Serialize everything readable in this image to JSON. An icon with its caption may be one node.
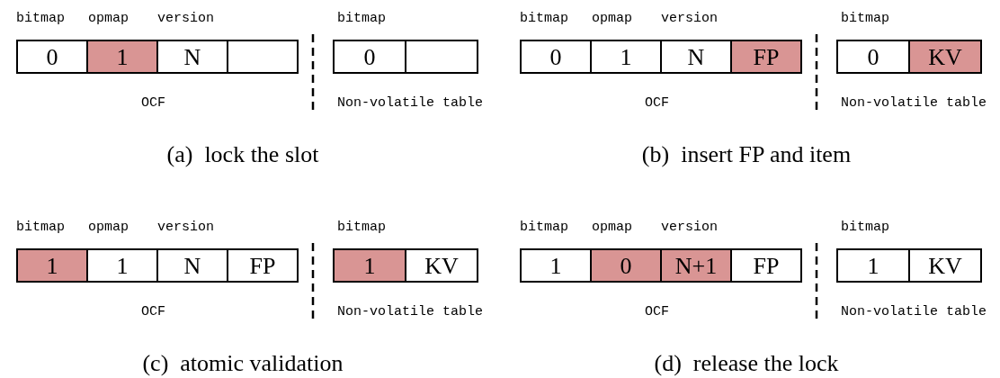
{
  "diagram": {
    "nodes": [
      {
        "text": [
          "0"
        ]
      },
      {
        "text": [
          "1"
        ]
      },
      {
        "text": [
          "N"
        ]
      },
      {
        "text": [],
        "shape": "box"
      },
      {
        "text": [
          "0"
        ]
      },
      {
        "text": [],
        "shape": "box"
      },
      {
        "text": [
          "0"
        ]
      },
      {
        "text": [
          "1"
        ]
      },
      {
        "text": [
          "N"
        ]
      },
      {
        "text": [
          "FP"
        ]
      },
      {
        "text": [
          "0"
        ]
      },
      {
        "text": [
          "KV"
        ]
      },
      {
        "text": [
          "1"
        ]
      },
      {
        "text": [
          "1"
        ]
      },
      {
        "text": [
          "N"
        ]
      },
      {
        "text": [
          "FP"
        ]
      },
      {
        "text": [
          "1"
        ]
      },
      {
        "text": [
          "KV"
        ]
      },
      {
        "text": [
          "1"
        ]
      },
      {
        "text": [
          "0"
        ]
      },
      {
        "text": [
          "N+1"
        ]
      },
      {
        "text": [
          "FP"
        ]
      },
      {
        "text": [
          "1"
        ]
      },
      {
        "text": [
          "KV"
        ]
      }
    ],
    "edges": [],
    "labels": [
      "bitmap",
      "opmap",
      "version",
      "bitmap",
      "bitmap",
      "opmap",
      "version",
      "bitmap",
      "OCF",
      "Non-volatile table",
      "OCF",
      "Non-volatile table",
      "(a)  lock the slot",
      "(b)  insert FP and item",
      "bitmap",
      "opmap",
      "version",
      "bitmap",
      "bitmap",
      "opmap",
      "version",
      "bitmap",
      "OCF",
      "Non-volatile table",
      "OCF",
      "Non-volatile table",
      "(c)  atomic validation",
      "(d)  release the lock"
    ]
  }
}
